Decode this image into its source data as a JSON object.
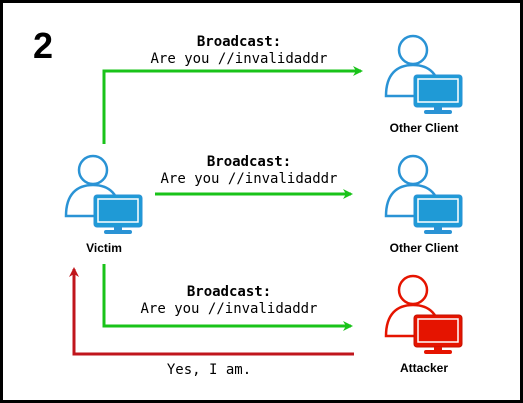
{
  "diagram": {
    "step_number": "2",
    "colors": {
      "client": "#2a93d5",
      "client_screen": "#1f9ad6",
      "attacker": "#e51400",
      "arrow_broadcast": "#19c319",
      "arrow_reply": "#c0161c",
      "frame": "#000000"
    },
    "nodes": {
      "victim": {
        "label": "Victim",
        "icon": "computer-user-icon"
      },
      "client_top": {
        "label": "Other Client",
        "icon": "computer-user-icon"
      },
      "client_mid": {
        "label": "Other Client",
        "icon": "computer-user-icon"
      },
      "attacker": {
        "label": "Attacker",
        "icon": "computer-user-icon"
      }
    },
    "messages": {
      "top": {
        "title": "Broadcast:",
        "body": "Are you //invalidaddr"
      },
      "mid": {
        "title": "Broadcast:",
        "body": "Are you //invalidaddr"
      },
      "bottom": {
        "title": "Broadcast:",
        "body": "Are you //invalidaddr"
      },
      "reply": {
        "body": "Yes, I am."
      }
    }
  }
}
